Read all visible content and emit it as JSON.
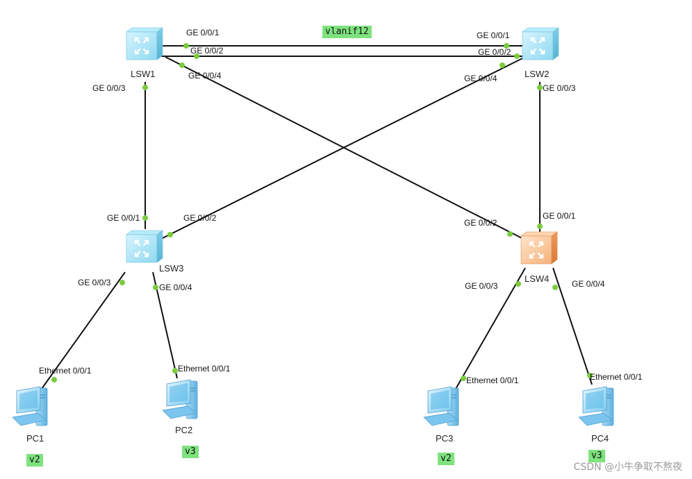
{
  "devices": {
    "lsw1": {
      "label": "LSW1",
      "icon": "switch-icon",
      "color": "#8fdcf2"
    },
    "lsw2": {
      "label": "LSW2",
      "icon": "switch-icon",
      "color": "#8fdcf2"
    },
    "lsw3": {
      "label": "LSW3",
      "icon": "switch-icon",
      "color": "#8fdcf2"
    },
    "lsw4": {
      "label": "LSW4",
      "icon": "switch-icon",
      "color": "#f2b27a"
    },
    "pc1": {
      "label": "PC1",
      "icon": "pc-icon"
    },
    "pc2": {
      "label": "PC2",
      "icon": "pc-icon"
    },
    "pc3": {
      "label": "PC3",
      "icon": "pc-icon"
    },
    "pc4": {
      "label": "PC4",
      "icon": "pc-icon"
    }
  },
  "ports": {
    "lsw1_g1": "GE 0/0/1",
    "lsw1_g2": "GE 0/0/2",
    "lsw1_g3": "GE 0/0/3",
    "lsw1_g4": "GE 0/0/4",
    "lsw2_g1": "GE 0/0/1",
    "lsw2_g2": "GE 0/0/2",
    "lsw2_g3": "GE 0/0/3",
    "lsw2_g4": "GE 0/0/4",
    "lsw3_g1": "GE 0/0/1",
    "lsw3_g2": "GE 0/0/2",
    "lsw3_g3": "GE 0/0/3",
    "lsw3_g4": "GE 0/0/4",
    "lsw4_g1": "GE 0/0/1",
    "lsw4_g2": "GE 0/0/2",
    "lsw4_g3": "GE 0/0/3",
    "lsw4_g4": "GE 0/0/4",
    "pc1_e1": "Ethernet 0/0/1",
    "pc2_e1": "Ethernet 0/0/1",
    "pc3_e1": "Ethernet 0/0/1",
    "pc4_e1": "Ethernet 0/0/1"
  },
  "tags": {
    "vlanif12": "vlanif12",
    "pc1_vlan": "v2",
    "pc2_vlan": "v3",
    "pc3_vlan": "v2",
    "pc4_vlan": "v3"
  },
  "colors": {
    "link": "#111111",
    "port_dot": "#7acc3c",
    "tag_bg": "#7ee27e"
  },
  "watermark": "CSDN @小牛争取不熬夜"
}
